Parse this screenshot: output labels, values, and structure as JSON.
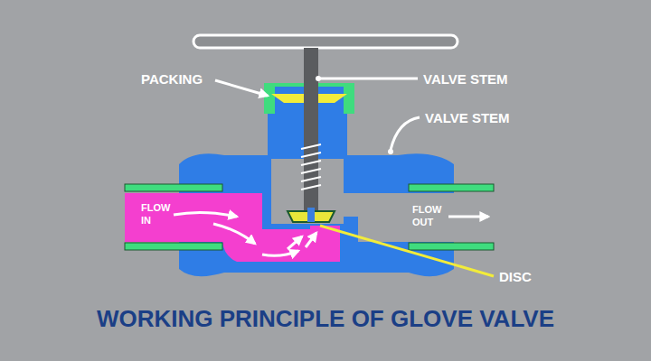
{
  "diagram": {
    "title": "WORKING PRINCIPLE OF GLOVE VALVE",
    "labels": [
      "PACKING",
      "VALVE STEM",
      "VALVE STEM",
      "FLOW IN",
      "FLOW OUT",
      "DISC"
    ]
  }
}
